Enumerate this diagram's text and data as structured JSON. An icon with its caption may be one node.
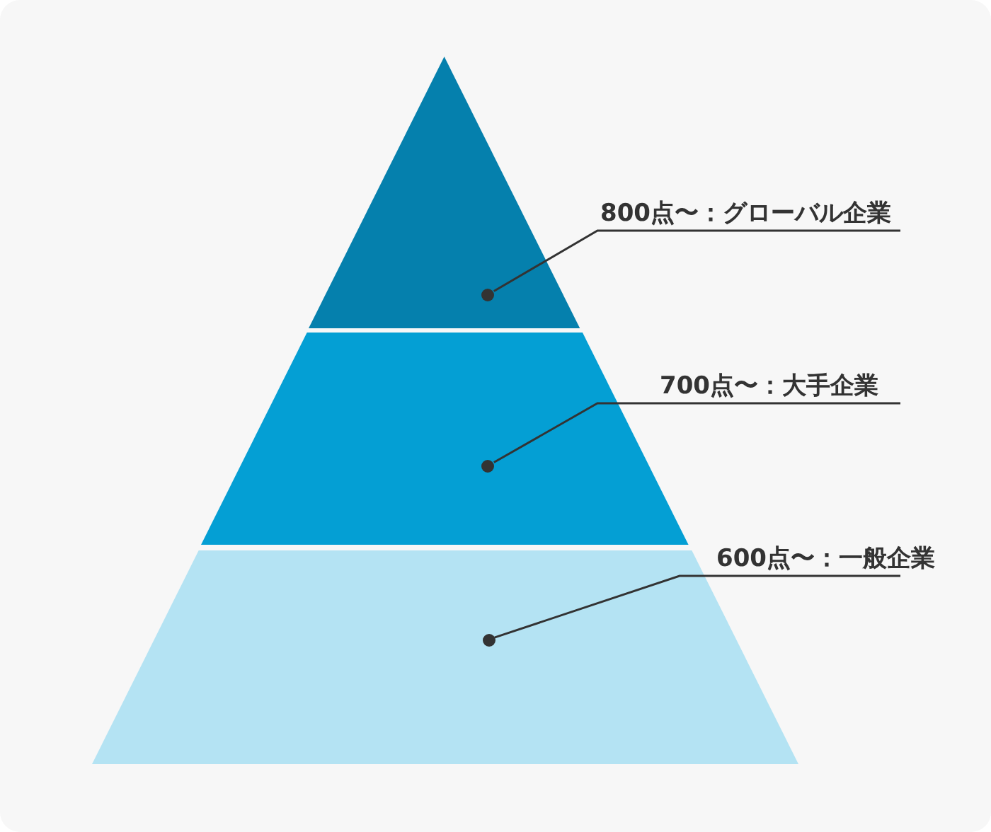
{
  "diagram": {
    "nodes": [
      {
        "text": [],
        "shape": "triangle"
      },
      {
        "text": [],
        "shape": "circle",
        "in": 0
      },
      {
        "text": [],
        "shape": "trapezoid"
      },
      {
        "text": [],
        "shape": "circle",
        "in": 2
      },
      {
        "text": [],
        "shape": "trapezoid"
      },
      {
        "text": [],
        "shape": "circle",
        "in": 4
      },
      {
        "text": [
          "800点〜：グローバル企業"
        ]
      },
      {
        "text": [
          "700点〜：大手企業"
        ]
      },
      {
        "text": [
          "600点〜：一般企業"
        ]
      }
    ],
    "edges": [
      {
        "from": 6,
        "to": 1,
        "arrow": "none"
      },
      {
        "from": 7,
        "to": 3,
        "arrow": "none"
      },
      {
        "from": 8,
        "to": 5,
        "arrow": "none"
      }
    ]
  }
}
